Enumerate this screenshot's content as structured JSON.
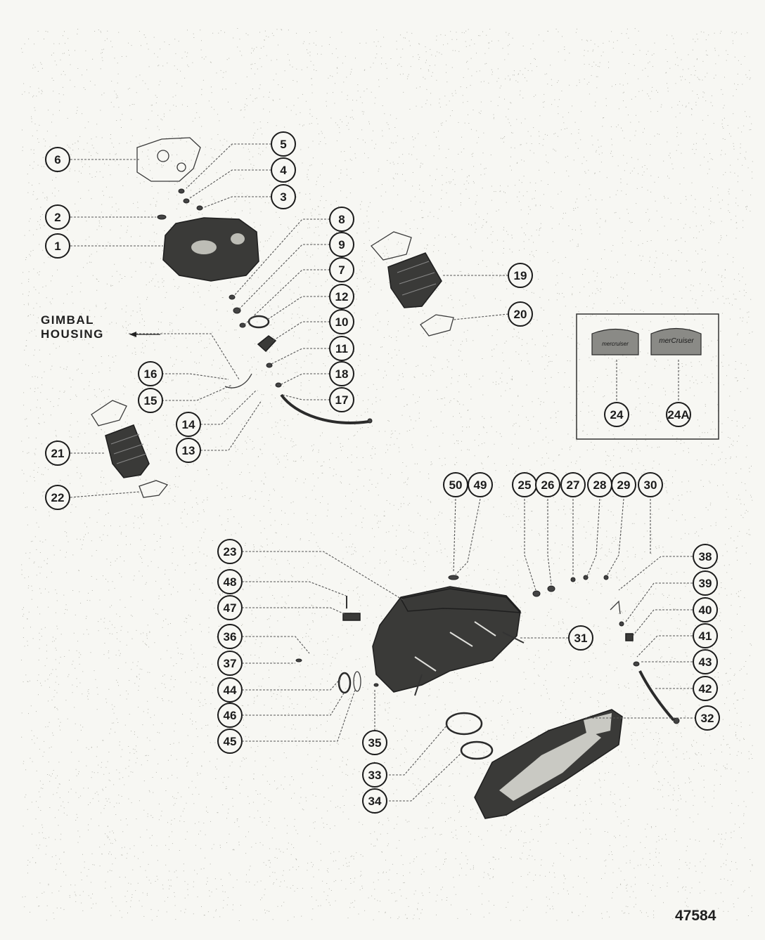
{
  "labels": {
    "gimbal_line1": "GIMBAL",
    "gimbal_line2": "HOUSING",
    "figure_number": "47584",
    "decal_left_text": "mercruiser",
    "decal_right_text": "merCruiser"
  },
  "callouts": [
    {
      "id": "1",
      "name": "callout-1"
    },
    {
      "id": "2",
      "name": "callout-2"
    },
    {
      "id": "3",
      "name": "callout-3"
    },
    {
      "id": "4",
      "name": "callout-4"
    },
    {
      "id": "5",
      "name": "callout-5"
    },
    {
      "id": "6",
      "name": "callout-6"
    },
    {
      "id": "7",
      "name": "callout-7"
    },
    {
      "id": "8",
      "name": "callout-8"
    },
    {
      "id": "9",
      "name": "callout-9"
    },
    {
      "id": "10",
      "name": "callout-10"
    },
    {
      "id": "11",
      "name": "callout-11"
    },
    {
      "id": "12",
      "name": "callout-12"
    },
    {
      "id": "13",
      "name": "callout-13"
    },
    {
      "id": "14",
      "name": "callout-14"
    },
    {
      "id": "15",
      "name": "callout-15"
    },
    {
      "id": "16",
      "name": "callout-16"
    },
    {
      "id": "17",
      "name": "callout-17"
    },
    {
      "id": "18",
      "name": "callout-18"
    },
    {
      "id": "19",
      "name": "callout-19"
    },
    {
      "id": "20",
      "name": "callout-20"
    },
    {
      "id": "21",
      "name": "callout-21"
    },
    {
      "id": "22",
      "name": "callout-22"
    },
    {
      "id": "23",
      "name": "callout-23"
    },
    {
      "id": "24",
      "name": "callout-24"
    },
    {
      "id": "24A",
      "name": "callout-24a"
    },
    {
      "id": "25",
      "name": "callout-25"
    },
    {
      "id": "26",
      "name": "callout-26"
    },
    {
      "id": "27",
      "name": "callout-27"
    },
    {
      "id": "28",
      "name": "callout-28"
    },
    {
      "id": "29",
      "name": "callout-29"
    },
    {
      "id": "30",
      "name": "callout-30"
    },
    {
      "id": "31",
      "name": "callout-31"
    },
    {
      "id": "32",
      "name": "callout-32"
    },
    {
      "id": "33",
      "name": "callout-33"
    },
    {
      "id": "34",
      "name": "callout-34"
    },
    {
      "id": "35",
      "name": "callout-35"
    },
    {
      "id": "36",
      "name": "callout-36"
    },
    {
      "id": "37",
      "name": "callout-37"
    },
    {
      "id": "38",
      "name": "callout-38"
    },
    {
      "id": "39",
      "name": "callout-39"
    },
    {
      "id": "40",
      "name": "callout-40"
    },
    {
      "id": "41",
      "name": "callout-41"
    },
    {
      "id": "42",
      "name": "callout-42"
    },
    {
      "id": "43",
      "name": "callout-43"
    },
    {
      "id": "44",
      "name": "callout-44"
    },
    {
      "id": "45",
      "name": "callout-45"
    },
    {
      "id": "46",
      "name": "callout-46"
    },
    {
      "id": "47",
      "name": "callout-47"
    },
    {
      "id": "48",
      "name": "callout-48"
    },
    {
      "id": "49",
      "name": "callout-49"
    },
    {
      "id": "50",
      "name": "callout-50"
    }
  ]
}
